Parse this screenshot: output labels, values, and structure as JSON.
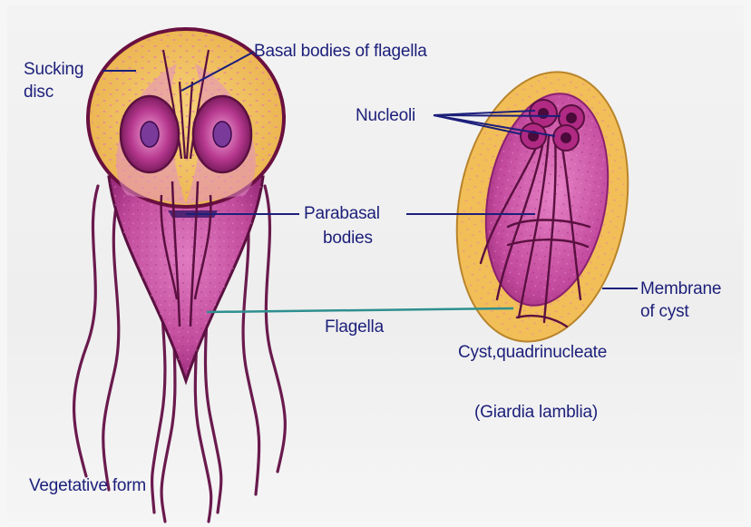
{
  "labels": {
    "sucking_disc_line1": "Sucking",
    "sucking_disc_line2": "disc",
    "basal_bodies": "Basal bodies of flagella",
    "nucleoli": "Nucleoli",
    "parabasal_line1": "Parabasal",
    "parabasal_line2": "bodies",
    "flagella": "Flagella",
    "membrane_line1": "Membrane",
    "membrane_line2": "of cyst",
    "cyst": "Cyst,quadrinucleate",
    "species": "(Giardia lamblia)",
    "vegetative": "Vegetative form"
  },
  "colors": {
    "label_text": "#1c1f7a",
    "leader_line": "#1c1f7a",
    "flagella_pointer": "#2f8f8f",
    "body_pink": "#c0479a",
    "disc_yellow": "#f3c35a",
    "outline_dark": "#5a1040"
  }
}
